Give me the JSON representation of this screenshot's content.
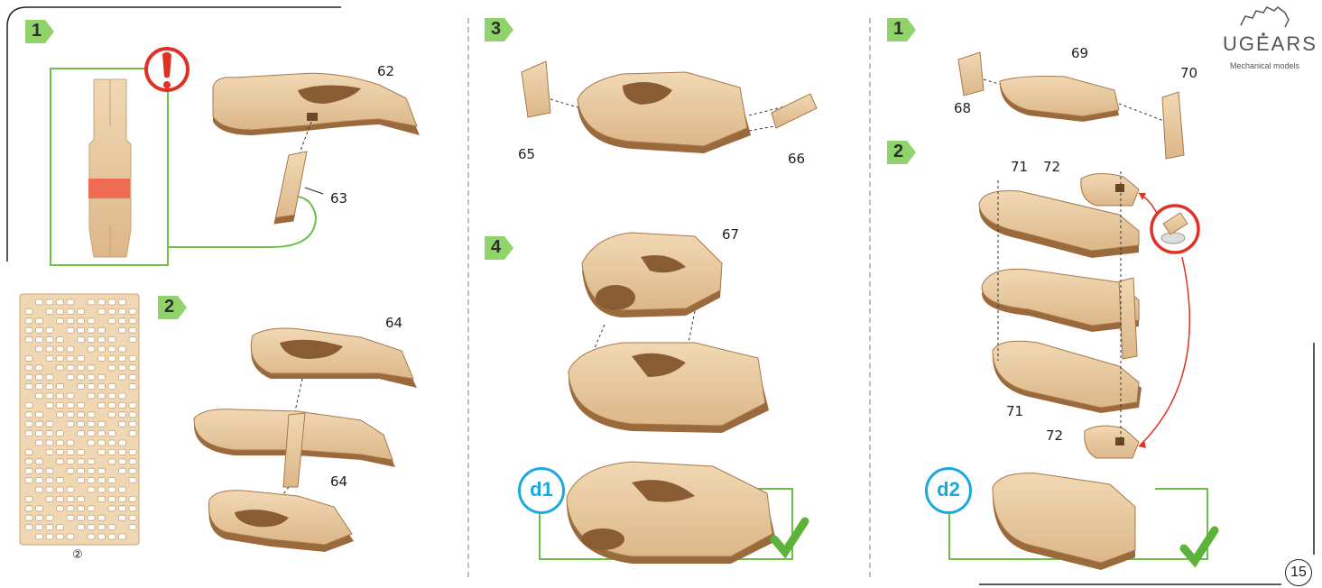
{
  "steps": {
    "s1a": "1",
    "s2a": "2",
    "s3": "3",
    "s4": "4",
    "s1b": "1",
    "s2b": "2"
  },
  "parts": {
    "p62": "62",
    "p63": "63",
    "p64a": "64",
    "p64b": "64",
    "p65": "65",
    "p66": "66",
    "p67": "67",
    "p68": "68",
    "p69": "69",
    "p70": "70",
    "p71a": "71",
    "p71b": "71",
    "p72a": "72",
    "p72b": "72"
  },
  "sheet_label": "②",
  "checkpoints": {
    "d1": "d1",
    "d2": "d2"
  },
  "logo": {
    "title": "UGEARS",
    "subtitle": "Mechanical models"
  },
  "page_number": "15",
  "colors": {
    "wood": "#e9c9a0",
    "wood_edge": "#9b6a3c",
    "green": "#6cc04a",
    "red": "#e03127",
    "blue": "#1ba8e0"
  },
  "icons": [
    "warning-icon",
    "check-icon",
    "gear-logo-icon",
    "wax-pot-icon"
  ]
}
